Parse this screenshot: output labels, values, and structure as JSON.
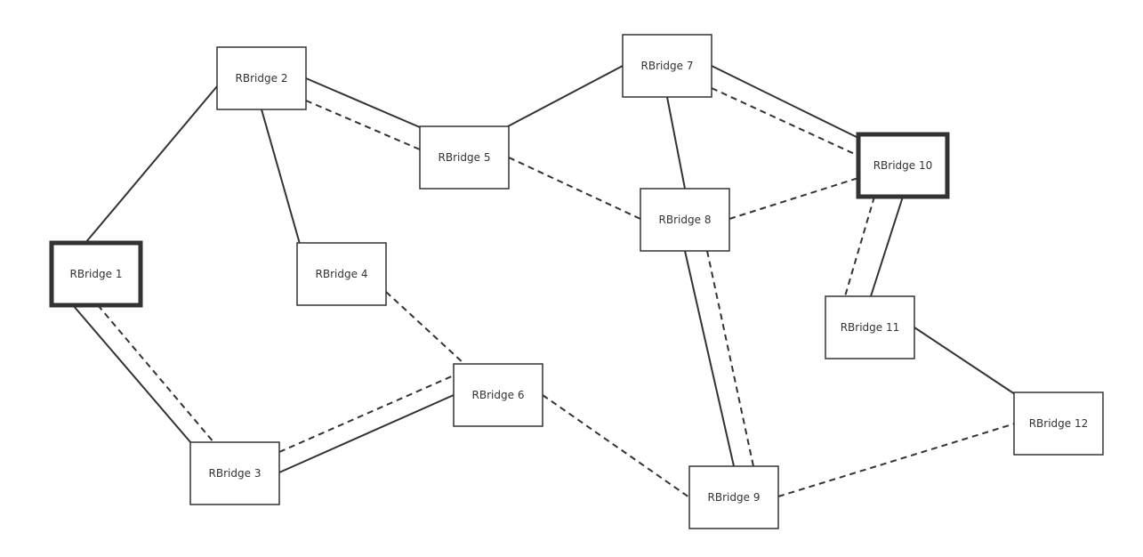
{
  "diagram": {
    "colors": {
      "stroke": "#333333",
      "fill": "#ffffff",
      "text": "#333333"
    },
    "nodes": [
      {
        "id": "rb1",
        "label": "RBridge 1",
        "emphasized": true
      },
      {
        "id": "rb2",
        "label": "RBridge 2",
        "emphasized": false
      },
      {
        "id": "rb3",
        "label": "RBridge 3",
        "emphasized": false
      },
      {
        "id": "rb4",
        "label": "RBridge 4",
        "emphasized": false
      },
      {
        "id": "rb5",
        "label": "RBridge 5",
        "emphasized": false
      },
      {
        "id": "rb6",
        "label": "RBridge 6",
        "emphasized": false
      },
      {
        "id": "rb7",
        "label": "RBridge 7",
        "emphasized": false
      },
      {
        "id": "rb8",
        "label": "RBridge 8",
        "emphasized": false
      },
      {
        "id": "rb9",
        "label": "RBridge 9",
        "emphasized": false
      },
      {
        "id": "rb10",
        "label": "RBridge 10",
        "emphasized": true
      },
      {
        "id": "rb11",
        "label": "RBridge 11",
        "emphasized": false
      },
      {
        "id": "rb12",
        "label": "RBridge 12",
        "emphasized": false
      }
    ],
    "edges": [
      {
        "from": "rb1",
        "to": "rb2",
        "style": "solid"
      },
      {
        "from": "rb1",
        "to": "rb3",
        "style": "solid"
      },
      {
        "from": "rb1",
        "to": "rb3",
        "style": "dashed"
      },
      {
        "from": "rb2",
        "to": "rb4",
        "style": "solid"
      },
      {
        "from": "rb2",
        "to": "rb5",
        "style": "solid"
      },
      {
        "from": "rb2",
        "to": "rb5",
        "style": "dashed"
      },
      {
        "from": "rb5",
        "to": "rb7",
        "style": "solid"
      },
      {
        "from": "rb5",
        "to": "rb8",
        "style": "dashed"
      },
      {
        "from": "rb4",
        "to": "rb6",
        "style": "dashed"
      },
      {
        "from": "rb3",
        "to": "rb6",
        "style": "solid"
      },
      {
        "from": "rb3",
        "to": "rb6",
        "style": "dashed"
      },
      {
        "from": "rb6",
        "to": "rb9",
        "style": "dashed"
      },
      {
        "from": "rb7",
        "to": "rb8",
        "style": "solid"
      },
      {
        "from": "rb7",
        "to": "rb10",
        "style": "solid"
      },
      {
        "from": "rb7",
        "to": "rb10",
        "style": "dashed"
      },
      {
        "from": "rb8",
        "to": "rb10",
        "style": "dashed"
      },
      {
        "from": "rb8",
        "to": "rb9",
        "style": "solid"
      },
      {
        "from": "rb8",
        "to": "rb9",
        "style": "dashed"
      },
      {
        "from": "rb10",
        "to": "rb11",
        "style": "solid"
      },
      {
        "from": "rb10",
        "to": "rb11",
        "style": "dashed"
      },
      {
        "from": "rb11",
        "to": "rb12",
        "style": "solid"
      },
      {
        "from": "rb9",
        "to": "rb12",
        "style": "dashed"
      }
    ]
  }
}
